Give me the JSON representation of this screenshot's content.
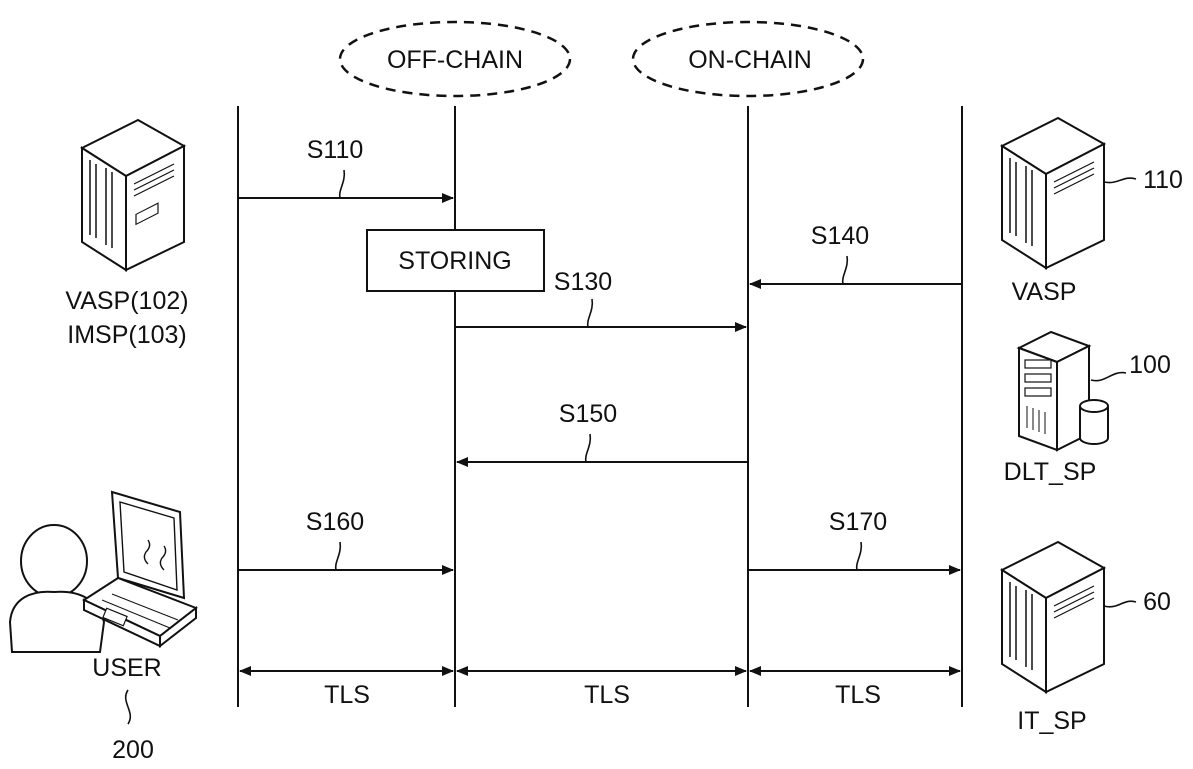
{
  "headers": {
    "off_chain": "OFF-CHAIN",
    "on_chain": "ON-CHAIN"
  },
  "messages": {
    "s110": "S110",
    "s130": "S130",
    "s140": "S140",
    "s150": "S150",
    "s160": "S160",
    "s170": "S170"
  },
  "storing_box": "STORING",
  "tls": [
    "TLS",
    "TLS",
    "TLS"
  ],
  "entities": {
    "vasp_imsp": {
      "line1": "VASP(102)",
      "line2": "IMSP(103)"
    },
    "user": {
      "label": "USER",
      "ref": "200"
    },
    "vasp": {
      "label": "VASP",
      "ref": "110"
    },
    "dlt_sp": {
      "label": "DLT_SP",
      "ref": "100"
    },
    "it_sp": {
      "label": "IT_SP",
      "ref": "60"
    }
  },
  "icons": [
    "server-icon",
    "tower-server-icon",
    "user-icon",
    "laptop-icon",
    "database-icon"
  ]
}
